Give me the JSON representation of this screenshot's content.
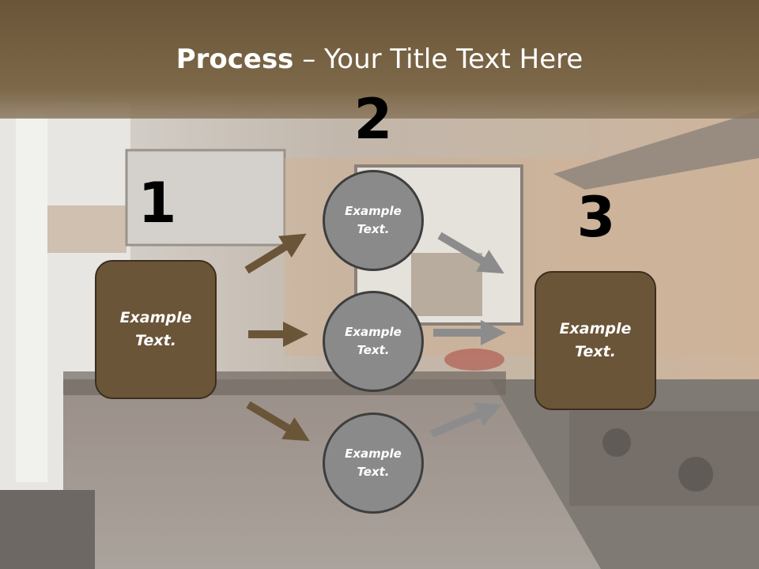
{
  "title": {
    "bold": "Process",
    "rest": " – Your Title Text Here"
  },
  "steps": [
    {
      "number": "1",
      "text": "Example Text."
    },
    {
      "number": "2"
    },
    {
      "number": "3",
      "text": "Example Text."
    }
  ],
  "circles": [
    {
      "text": "Example Text."
    },
    {
      "text": "Example Text."
    },
    {
      "text": "Example Text."
    }
  ],
  "colors": {
    "box_fill": "#6b5538",
    "circle_fill": "#8a8a8a",
    "brown_arrow": "#6b5538",
    "gray_arrow": "#8c8c8c",
    "header": "#6f5a40"
  }
}
